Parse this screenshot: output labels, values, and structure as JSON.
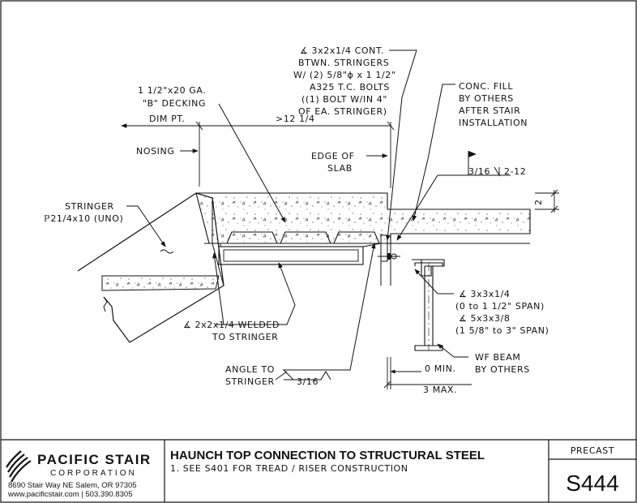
{
  "drawing": {
    "notes": {
      "decking": [
        "1 1/2\"x20 GA.",
        "\"B\" DECKING"
      ],
      "angle_cont": [
        "∡ 3x2x1/4 CONT.",
        "BTWN. STRINGERS",
        "W/ (2) 5/8\"ϕ x 1 1/2\"",
        "A325 T.C. BOLTS",
        "((1) BOLT W/IN 4\"",
        "OF EA. STRINGER)"
      ],
      "conc_fill": [
        "CONC. FILL",
        "BY OTHERS",
        "AFTER STAIR",
        "INSTALLATION"
      ],
      "dim_pt": "DIM PT.",
      "dim_value": ">12 1/4",
      "nosing": "NOSING",
      "edge_of_slab": [
        "EDGE OF",
        "SLAB"
      ],
      "weld": [
        "3/16",
        "2-12"
      ],
      "slab_dim": "2",
      "stringer": [
        "STRINGER",
        "ℙ21/4x10 (UNO)"
      ],
      "angle_welded": [
        "∡ 2x2x1/4 WELDED",
        "TO STRINGER"
      ],
      "angle_to_stringer": [
        "ANGLE TO",
        "STRINGER"
      ],
      "angle_weld": "3/16",
      "angle_3x3": [
        "∡ 3x3x1/4",
        "(0 to 1 1/2\" SPAN)",
        "∡ 5x3x3/8",
        "(1 5/8\" to 3\" SPAN)"
      ],
      "wf_beam": [
        "WF BEAM",
        "BY OTHERS"
      ],
      "min": "0 MIN.",
      "max": "3 MAX."
    }
  },
  "title_block": {
    "company": "PACIFIC STAIR",
    "company_sub": "CORPORATION",
    "address": "8690 Stair Way NE Salem, OR 97305",
    "contact": "www.pacificstair.com  |  503.390.8305",
    "title": "HAUNCH TOP CONNECTION TO STRUCTURAL STEEL",
    "note": "1.  SEE S401 FOR TREAD / RISER CONSTRUCTION",
    "type": "PRECAST",
    "sheet_number": "S444"
  }
}
